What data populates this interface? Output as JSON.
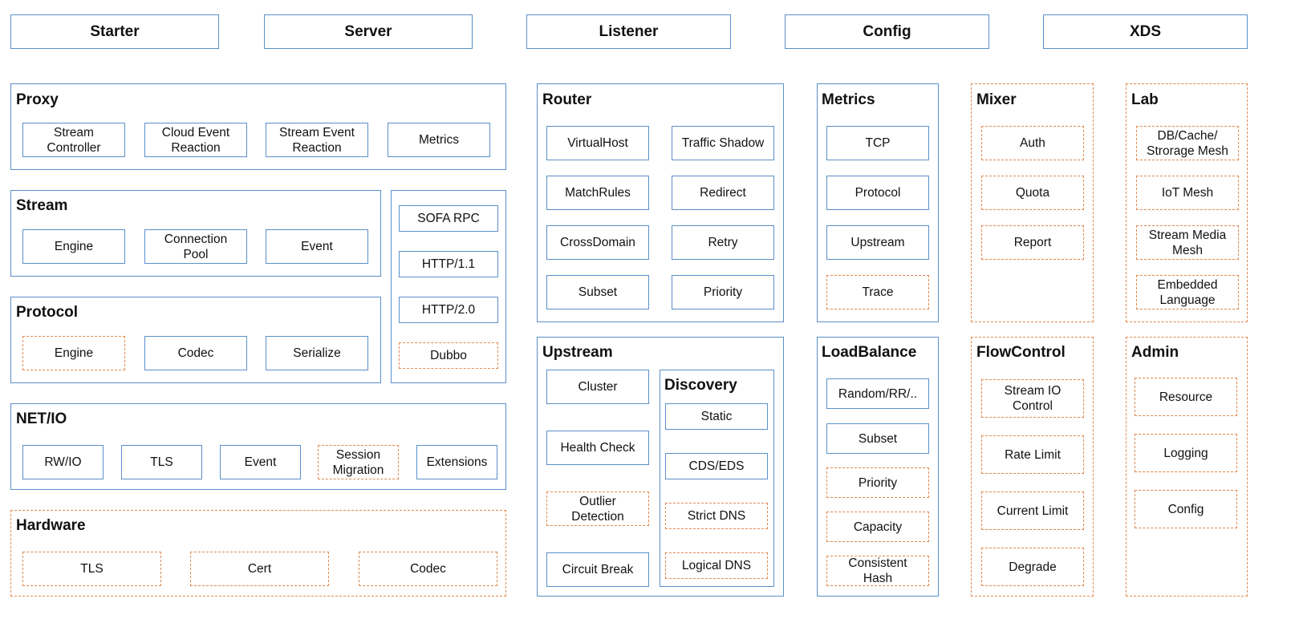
{
  "top": {
    "starter": "Starter",
    "server": "Server",
    "listener": "Listener",
    "config": "Config",
    "xds": "XDS"
  },
  "proxy": {
    "title": "Proxy",
    "stream_controller": "Stream\nController",
    "cloud_event": "Cloud Event\nReaction",
    "stream_event": "Stream Event\nReaction",
    "metrics": "Metrics"
  },
  "stream": {
    "title": "Stream",
    "engine": "Engine",
    "connection_pool": "Connection\nPool",
    "event": "Event"
  },
  "protocols": {
    "sofa_rpc": "SOFA RPC",
    "http11": "HTTP/1.1",
    "http20": "HTTP/2.0",
    "dubbo": "Dubbo"
  },
  "protocol": {
    "title": "Protocol",
    "engine": "Engine",
    "codec": "Codec",
    "serialize": "Serialize"
  },
  "netio": {
    "title": "NET/IO",
    "rwio": "RW/IO",
    "tls": "TLS",
    "event": "Event",
    "session_migration": "Session\nMigration",
    "extensions": "Extensions"
  },
  "hardware": {
    "title": "Hardware",
    "tls": "TLS",
    "cert": "Cert",
    "codec": "Codec"
  },
  "router": {
    "title": "Router",
    "virtualhost": "VirtualHost",
    "traffic_shadow": "Traffic Shadow",
    "matchrules": "MatchRules",
    "redirect": "Redirect",
    "crossdomain": "CrossDomain",
    "retry": "Retry",
    "subset": "Subset",
    "priority": "Priority"
  },
  "upstream": {
    "title": "Upstream",
    "cluster": "Cluster",
    "health_check": "Health Check",
    "outlier_detection": "Outlier\nDetection",
    "circuit_break": "Circuit Break"
  },
  "discovery": {
    "title": "Discovery",
    "static": "Static",
    "cds_eds": "CDS/EDS",
    "strict_dns": "Strict DNS",
    "logical_dns": "Logical DNS"
  },
  "metrics": {
    "title": "Metrics",
    "tcp": "TCP",
    "protocol": "Protocol",
    "upstream": "Upstream",
    "trace": "Trace"
  },
  "loadbalance": {
    "title": "LoadBalance",
    "random": "Random/RR/..",
    "subset": "Subset",
    "priority": "Priority",
    "capacity": "Capacity",
    "consistent_hash": "Consistent\nHash"
  },
  "mixer": {
    "title": "Mixer",
    "auth": "Auth",
    "quota": "Quota",
    "report": "Report"
  },
  "flowcontrol": {
    "title": "FlowControl",
    "stream_io": "Stream IO\nControl",
    "rate_limit": "Rate Limit",
    "current_limit": "Current Limit",
    "degrade": "Degrade"
  },
  "lab": {
    "title": "Lab",
    "db_cache": "DB/Cache/\nStrorage Mesh",
    "iot": "IoT Mesh",
    "stream_media": "Stream Media\nMesh",
    "embedded": "Embedded\nLanguage"
  },
  "admin": {
    "title": "Admin",
    "resource": "Resource",
    "logging": "Logging",
    "config": "Config"
  },
  "colors": {
    "solid_border": "#5b8fc9",
    "dashed_border": "#e08a4e"
  }
}
